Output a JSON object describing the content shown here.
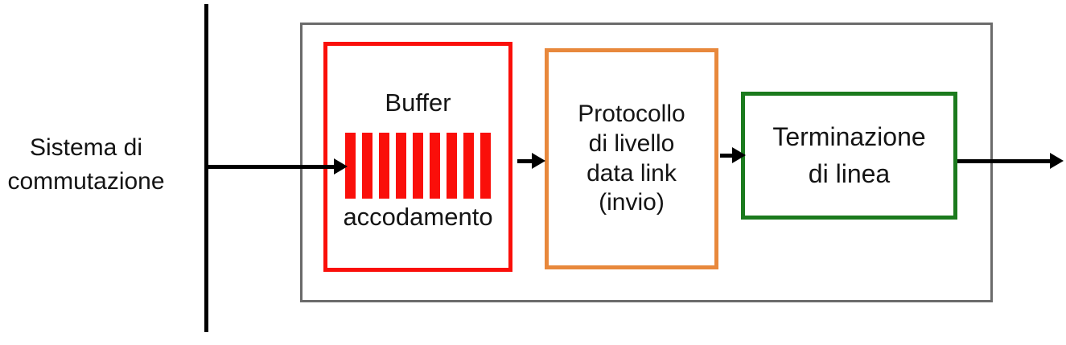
{
  "colors": {
    "red": "#FA0F0A",
    "orange": "#E8883C",
    "green": "#1B7A1D",
    "gray": "#6B6B6B",
    "black": "#000000"
  },
  "labels": {
    "switching_system": "Sistema di\ncommutazione"
  },
  "boxes": {
    "buffer": {
      "title": "Buffer",
      "caption": "accodamento",
      "queue_bar_count": 9
    },
    "protocol": {
      "label": "Protocollo\ndi livello\ndata link\n(invio)"
    },
    "termination": {
      "label": "Terminazione\ndi linea"
    }
  }
}
